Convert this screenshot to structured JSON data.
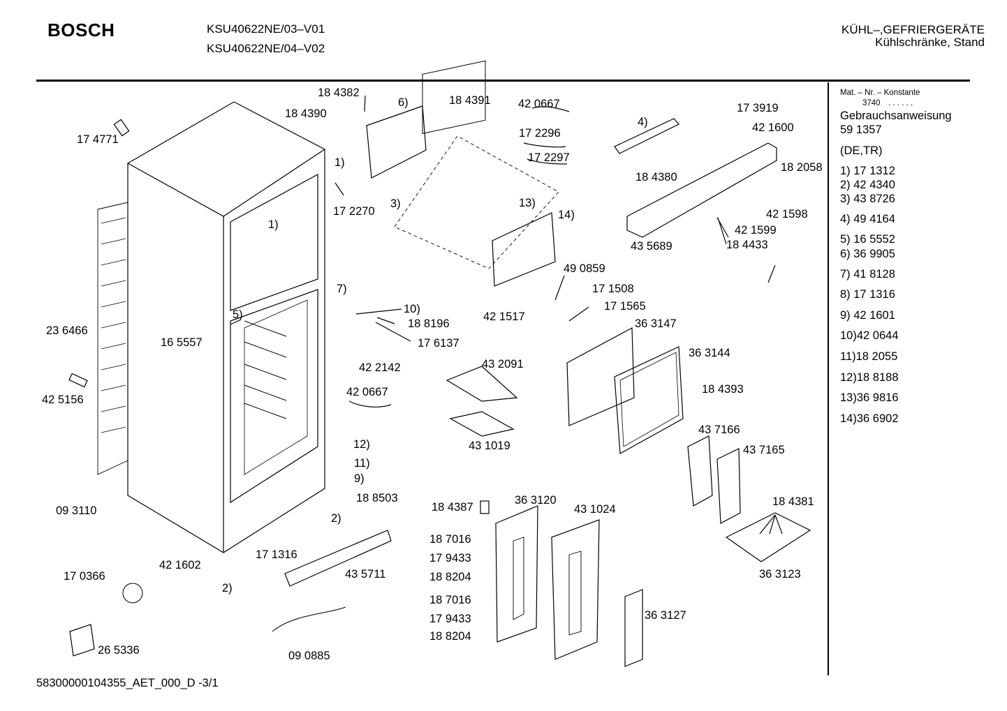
{
  "header": {
    "brand": "BOSCH",
    "models": [
      "KSU40622NE/03–V01",
      "KSU40622NE/04–V02"
    ],
    "category_line1": "KÜHL–,GEFRIERGERÄTE",
    "category_line2": "Kühlschränke, Stand"
  },
  "sidebar": {
    "mat_header": "Mat. – Nr. – Konstante",
    "mat_value": "3740",
    "dots": ". . . . . .",
    "manual_label": "Gebrauchsanweisung",
    "manual_number": "59 1357",
    "languages": "(DE,TR)",
    "items": [
      "1) 17 1312",
      "2) 42 4340",
      "3) 43 8726",
      "4) 49 4164",
      "5) 16 5552",
      "6) 36 9905",
      "7) 41 8128",
      "8) 17 1316",
      "9) 42 1601",
      "10)42 0644",
      "11)18 2055",
      "12)18 8188",
      "13)36 9816",
      "14)36 6902"
    ]
  },
  "parts": [
    "18 4382",
    "6)",
    "18 4391",
    "42 0667",
    "18 4390",
    "17 2296",
    "17 2297",
    "17 4771",
    "1)",
    "17 2270",
    "3)",
    "13)",
    "14)",
    "1)",
    "4)",
    "17 3919",
    "42 1600",
    "18 4380",
    "18 2058",
    "42 1598",
    "42 1599",
    "18 4433",
    "43 5689",
    "49 0859",
    "17 1508",
    "17 1565",
    "36 3147",
    "42 1517",
    "7)",
    "10)",
    "18 8196",
    "17 6137",
    "5)",
    "16 5557",
    "23 6466",
    "42 2142",
    "43 2091",
    "36 3144",
    "42 0667",
    "42 5156",
    "43 1019",
    "18 4393",
    "43 7166",
    "43 7165",
    "12)",
    "11)",
    "9)",
    "18 8503",
    "09 3110",
    "2)",
    "18 4387",
    "36 3120",
    "43 1024",
    "18 4381",
    "18 7016",
    "17 9433",
    "18 8204",
    "18 7016",
    "17 9433",
    "18 8204",
    "17 1316",
    "43 5711",
    "42 1602",
    "17 0366",
    "2)",
    "36 3127",
    "36 3123",
    "26 5336",
    "09 0885"
  ],
  "footer": "58300000104355_AET_000_D -3/1"
}
